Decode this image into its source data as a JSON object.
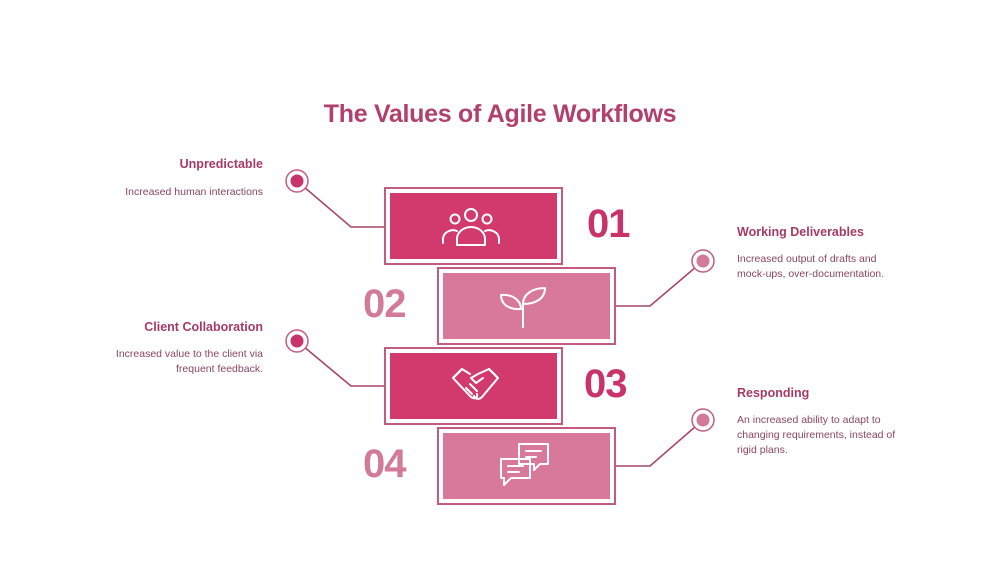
{
  "title": "The Values of Agile Workflows",
  "steps": [
    {
      "number": "01",
      "heading": "Working Deliverables",
      "description": "Increased output of drafts and mock-ups, over-documentation.",
      "icon": "people-icon"
    },
    {
      "number": "02",
      "heading": "Unpredictable",
      "description": "Increased human interactions",
      "icon": "sprout-icon"
    },
    {
      "number": "03",
      "heading": "Responding",
      "description": "An increased ability to adapt to changing requirements, instead of rigid plans.",
      "icon": "handshake-icon"
    },
    {
      "number": "04",
      "heading": "Client Collaboration",
      "description": "Increased value to the client via frequent feedback.",
      "icon": "chat-bubbles-icon"
    }
  ],
  "colors": {
    "dark_block": "#d23a6e",
    "light_block": "#d8789b",
    "outline": "#c35b84",
    "title": "#b2406e",
    "connector": "#a8446e"
  }
}
